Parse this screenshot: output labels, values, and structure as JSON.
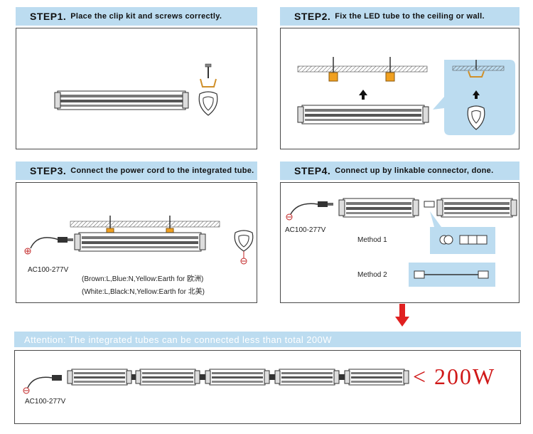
{
  "steps": [
    {
      "number": "STEP1.",
      "text": "Place the clip kit and screws correctly."
    },
    {
      "number": "STEP2.",
      "text": "Fix the LED tube to the ceiling or wall."
    },
    {
      "number": "STEP3.",
      "text": "Connect  the power cord to the integrated tube."
    },
    {
      "number": "STEP4.",
      "text": "Connect up by linkable connector, done."
    }
  ],
  "step3": {
    "voltage": "AC100-277V",
    "wiring_eu": "(Brown:L,Blue:N,Yellow:Earth for 欧洲)",
    "wiring_us": "(White:L,Black:N,Yellow:Earth for 北美)"
  },
  "step4": {
    "voltage": "AC100-277V",
    "method1": "Method 1",
    "method2": "Method 2"
  },
  "attention": {
    "text": "Attention: The integrated tubes can be connected less than total 200W",
    "limit": "< 200W",
    "voltage": "AC100-277V"
  },
  "colors": {
    "header_bg": "#bcdcf0",
    "bubble_bg": "#bcdcf0",
    "arrow_red": "#e02020",
    "limit_red": "#d01818"
  }
}
